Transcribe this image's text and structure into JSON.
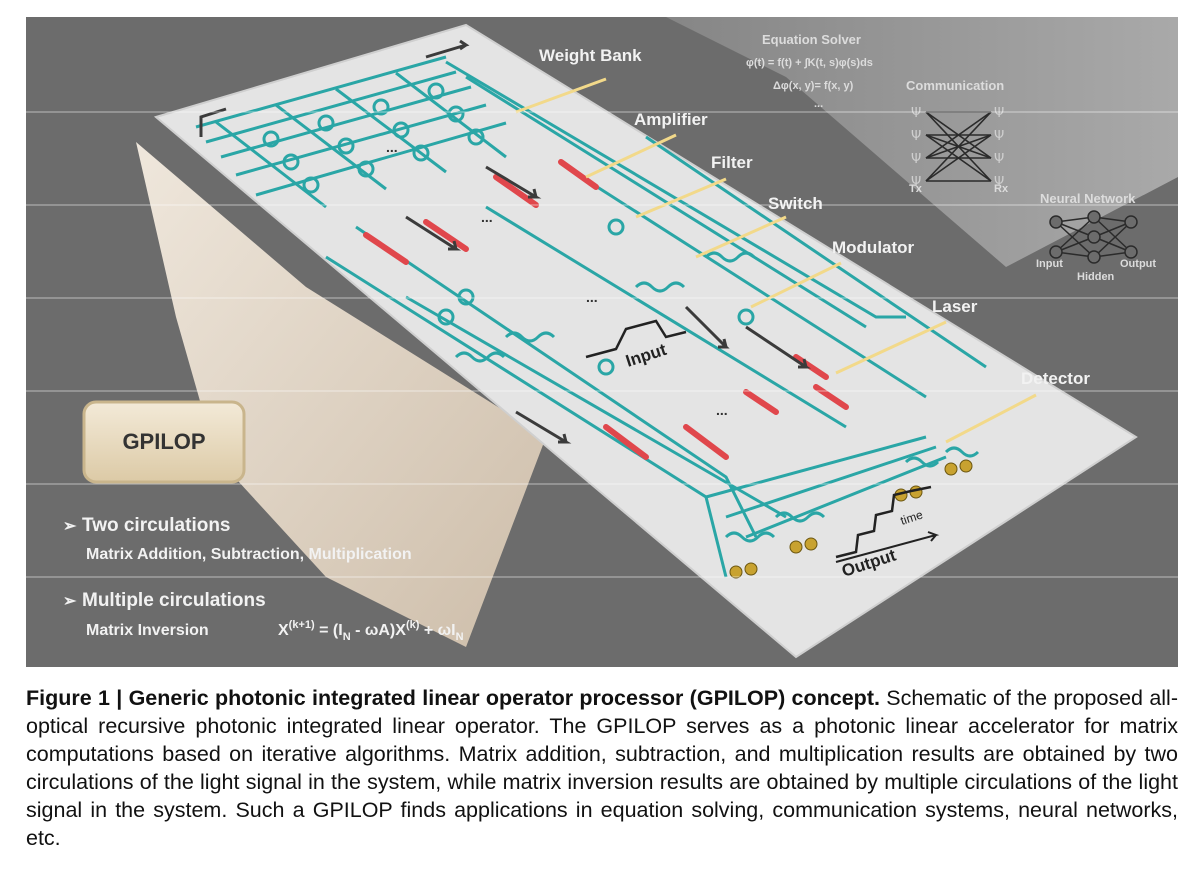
{
  "figure": {
    "badge": "GPILOP",
    "labels": {
      "weight_bank": "Weight Bank",
      "amplifier": "Amplifier",
      "filter": "Filter",
      "switch": "Switch",
      "modulator": "Modulator",
      "laser": "Laser",
      "detector": "Detector",
      "input": "Input",
      "output": "Output",
      "time": "time",
      "ellipsis": "..."
    },
    "apps": {
      "equation_solver": "Equation Solver",
      "eq1": "φ(t) = f(t) + ∫K(t, s)φ(s)ds",
      "eq2": "Δφ(x, y)= f(x, y)",
      "eq_dots": "...",
      "communication": "Communication",
      "tx": "Tx",
      "rx": "Rx",
      "neural_network": "Neural Network",
      "nn_input": "Input",
      "nn_hidden": "Hidden",
      "nn_output": "Output"
    },
    "bullets": {
      "b1_title": "Two circulations",
      "b1_sub": "Matrix Addition, Subtraction, Multiplication",
      "b2_title": "Multiple circulations",
      "b2_sub": "Matrix Inversion",
      "b2_eq_base": "X",
      "b2_eq_sup1": "(k+1)",
      "b2_eq_mid": " = (I",
      "b2_eq_sub1": "N",
      "b2_eq_mid2": " - ωA)X",
      "b2_eq_sup2": "(k)",
      "b2_eq_end": " + ωI",
      "b2_eq_sub2": "N",
      "arrow": "➢"
    },
    "colors": {
      "background": "#6c6c6c",
      "chip": "#e4e4e4",
      "waveguide": "#2aa6a6",
      "laser": "#e0474c",
      "callout": "#f2d98a"
    }
  },
  "caption": {
    "title": "Figure 1 | Generic photonic integrated linear operator processor (GPILOP) concept.",
    "body": " Schematic of the proposed all-optical recursive photonic integrated linear operator. The GPILOP serves as a photonic linear accelerator for matrix computations based on iterative algorithms. Matrix addition, subtraction, and multiplication results are obtained by two circulations of the light signal in the system, while matrix inversion results are obtained by multiple circulations of the light signal in the system. Such a GPILOP finds applications in equation solving, communication systems, neural networks, etc."
  }
}
